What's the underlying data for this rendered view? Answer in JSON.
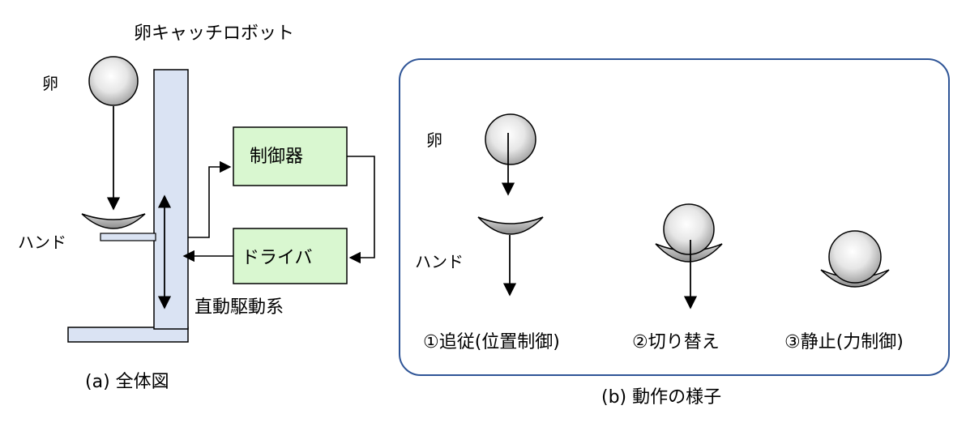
{
  "left_panel": {
    "title": "卵キャッチロボット",
    "egg_label": "卵",
    "hand_label": "ハンド",
    "controller_label": "制御器",
    "driver_label": "ドライバ",
    "drive_system_label": "直動駆動系",
    "caption": "(a)  全体図"
  },
  "right_panel": {
    "egg_label": "卵",
    "hand_label": "ハンド",
    "step1_label": "①追従(位置制御)",
    "step2_label": "②切り替え",
    "step3_label": "③静止(力制御)",
    "caption": "(b)  動作の様子"
  },
  "colors": {
    "column_fill": "#dae3f3",
    "box_fill": "#d9f7d0",
    "egg_light": "#f2f2f2",
    "egg_dark": "#a6a6a6",
    "panel_border": "#2f5597"
  }
}
